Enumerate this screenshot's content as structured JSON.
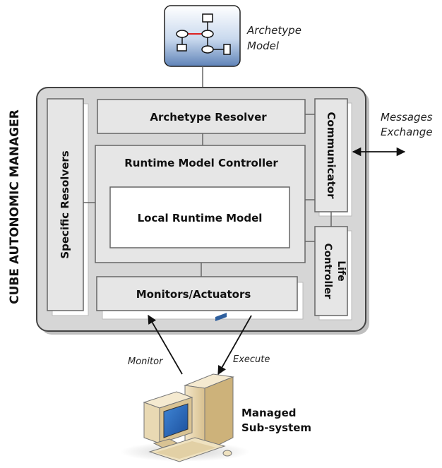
{
  "archetype_model": {
    "line1": "Archetype",
    "line2": "Model"
  },
  "manager_label": "CUBE AUTONOMIC MANAGER",
  "specific_resolvers": "Specific Resolvers",
  "archetype_resolver": "Archetype Resolver",
  "runtime_model_controller": "Runtime Model Controller",
  "local_runtime_model": "Local Runtime Model",
  "monitors_actuators": "Monitors/Actuators",
  "communicator": "Communicator",
  "life_controller": {
    "line1": "Life",
    "line2": "Controller"
  },
  "messages_exchange": {
    "line1": "Messages",
    "line2": "Exchange"
  },
  "monitor_label": "Monitor",
  "execute_label": "Execute",
  "managed_subsystem": {
    "line1": "Managed",
    "line2": "Sub-system"
  }
}
